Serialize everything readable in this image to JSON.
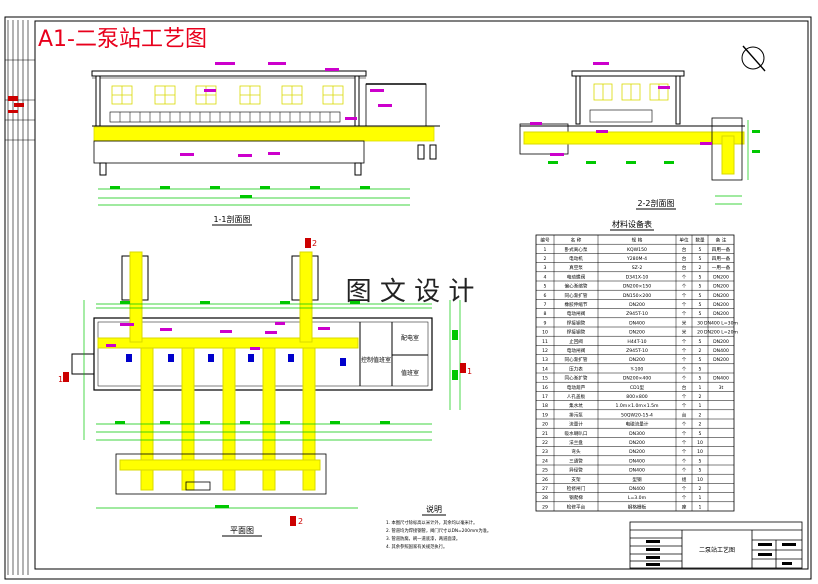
{
  "title": "A1-二泵站工艺图",
  "watermark": "图 文 设 计",
  "views": {
    "section_1_1": "1-1剖面图",
    "section_2_2": "2-2剖面图",
    "plan": "平面图"
  },
  "section_marks": {
    "one": "1",
    "two": "2"
  },
  "rooms": {
    "control": "控制值班室",
    "distribution": "配电室",
    "duty": "值班室"
  },
  "notes": {
    "title": "说明",
    "lines": [
      "1. 本图尺寸除标高以米计外，其余均以毫米计。",
      "2. 管道均为焊接钢管，阀门尺寸以DN=200mm为准。",
      "3. 管道防腐，刷一道底漆，两道面漆。",
      "4. 其余参照国家有关规范执行。"
    ]
  },
  "materials_table": {
    "title": "材料设备表",
    "headers": [
      "编号",
      "名 称",
      "规 格",
      "单位",
      "数量",
      "备 注"
    ],
    "rows": [
      [
        "1",
        "卧式离心泵",
        "KQW150",
        "台",
        "5",
        "四用一备"
      ],
      [
        "2",
        "电动机",
        "Y280M-4",
        "台",
        "5",
        "四用一备"
      ],
      [
        "3",
        "真空泵",
        "SZ-2",
        "台",
        "2",
        "一用一备"
      ],
      [
        "4",
        "电动蝶阀",
        "D341X-10",
        "个",
        "5",
        "DN200"
      ],
      [
        "5",
        "偏心渐缩管",
        "DN200×150",
        "个",
        "5",
        "DN200"
      ],
      [
        "6",
        "同心渐扩管",
        "DN150×200",
        "个",
        "5",
        "DN200"
      ],
      [
        "7",
        "橡胶伸缩节",
        "DN200",
        "个",
        "5",
        "DN200"
      ],
      [
        "8",
        "电动闸阀",
        "Z945T-10",
        "个",
        "5",
        "DN200"
      ],
      [
        "9",
        "焊接钢管",
        "DN400",
        "米",
        "30",
        "DN400 L=30m"
      ],
      [
        "10",
        "焊接钢管",
        "DN200",
        "米",
        "20",
        "DN200 L=20m"
      ],
      [
        "11",
        "止回阀",
        "H44T-10",
        "个",
        "5",
        "DN200"
      ],
      [
        "12",
        "电动闸阀",
        "Z945T-10",
        "个",
        "2",
        "DN400"
      ],
      [
        "13",
        "同心渐扩管",
        "DN200",
        "个",
        "5",
        "DN200"
      ],
      [
        "14",
        "压力表",
        "Y-100",
        "个",
        "5",
        ""
      ],
      [
        "15",
        "同心渐扩管",
        "DN200×400",
        "个",
        "5",
        "DN400"
      ],
      [
        "16",
        "电动葫芦",
        "CD1型",
        "台",
        "1",
        "3t"
      ],
      [
        "17",
        "人孔盖板",
        "800×800",
        "个",
        "2",
        ""
      ],
      [
        "18",
        "集水坑",
        "1.0m×1.0m×1.5m",
        "个",
        "1",
        ""
      ],
      [
        "19",
        "排污泵",
        "50QW20-15-4",
        "台",
        "2",
        ""
      ],
      [
        "20",
        "流量计",
        "电磁流量计",
        "个",
        "2",
        ""
      ],
      [
        "21",
        "吸水喇叭口",
        "DN300",
        "个",
        "5",
        ""
      ],
      [
        "22",
        "法兰盘",
        "DN200",
        "个",
        "10",
        ""
      ],
      [
        "23",
        "弯头",
        "DN200",
        "个",
        "10",
        ""
      ],
      [
        "24",
        "三通管",
        "DN400",
        "个",
        "5",
        ""
      ],
      [
        "25",
        "异径管",
        "DN400",
        "个",
        "5",
        ""
      ],
      [
        "26",
        "支架",
        "型钢",
        "组",
        "10",
        ""
      ],
      [
        "27",
        "检修闸门",
        "DN400",
        "个",
        "2",
        ""
      ],
      [
        "28",
        "钢爬梯",
        "L=3.0m",
        "个",
        "1",
        ""
      ],
      [
        "29",
        "检修平台",
        "钢格栅板",
        "座",
        "1",
        ""
      ]
    ]
  },
  "title_block": {
    "drawing_name": "二泵站工艺图"
  },
  "colors": {
    "line": "#000000",
    "pipe": "#ffff00",
    "pipe_edge": "#d9d900",
    "dimension": "#00c800",
    "annotation": "#cc00cc",
    "cut_mark": "#cc0000",
    "pump": "#0000cc",
    "title": "#e8001c",
    "watermark": "#222222"
  }
}
